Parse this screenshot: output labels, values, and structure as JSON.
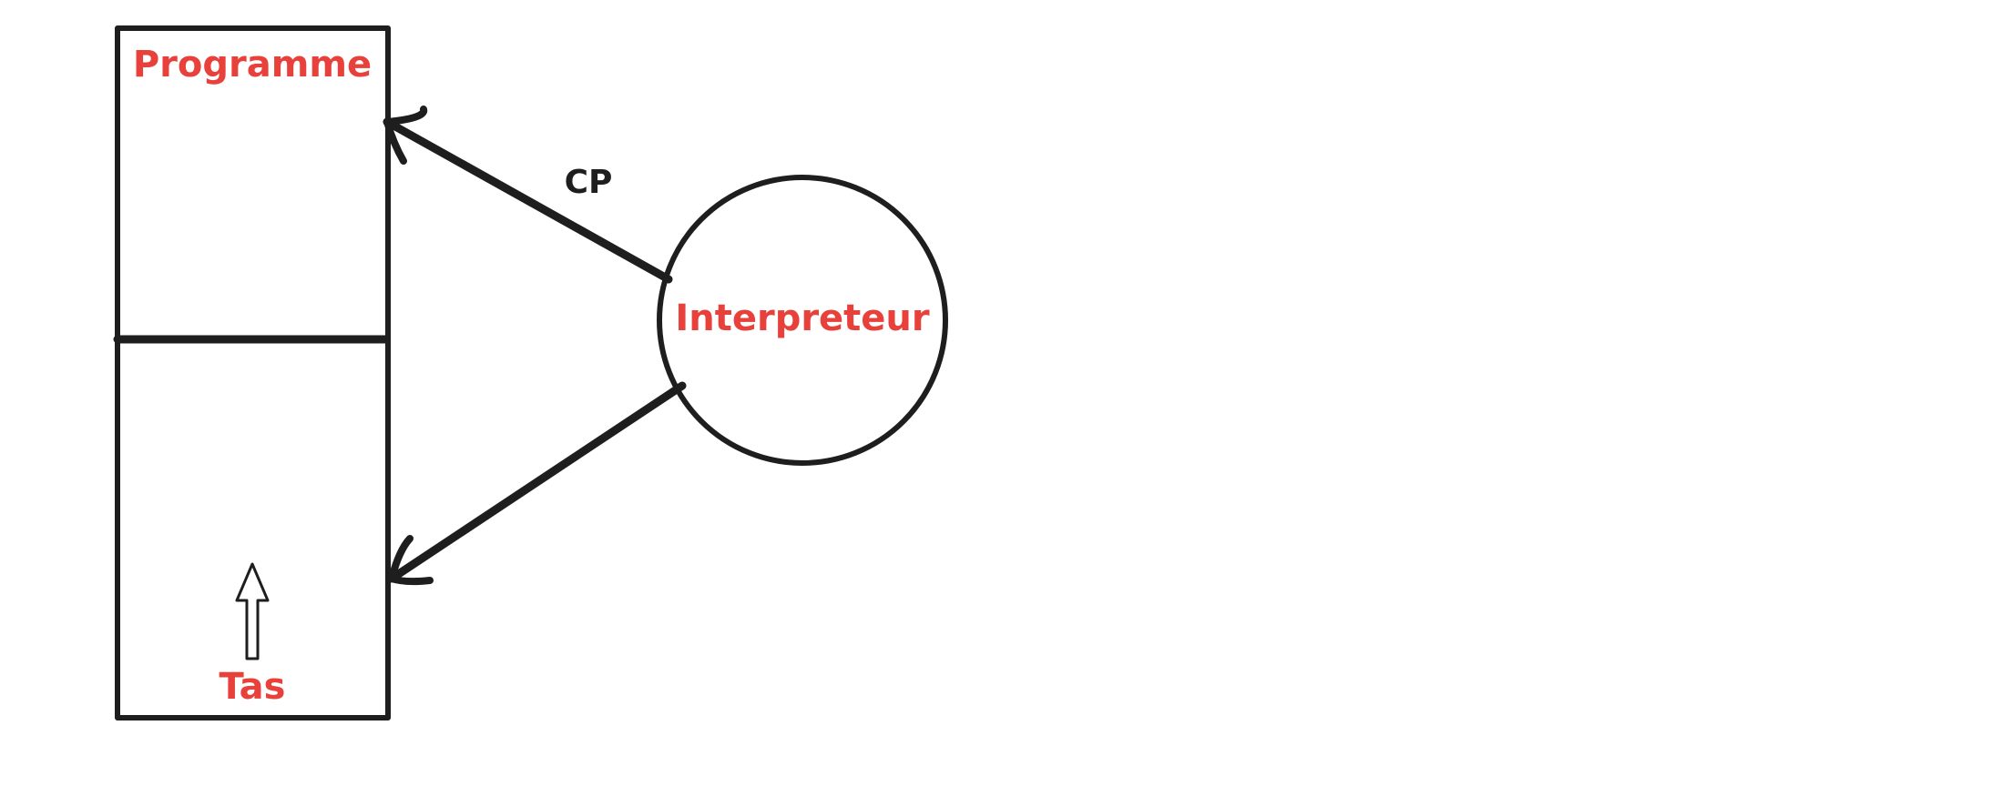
{
  "diagram": {
    "memory_block": {
      "top_section_label": "Programme",
      "bottom_section_label": "Tas"
    },
    "interpreter": {
      "label": "Interpreteur"
    },
    "arrows": {
      "program_counter_label": "CP"
    },
    "colors": {
      "label_color": "#e8403a",
      "stroke_color": "#1e1e1e"
    }
  }
}
